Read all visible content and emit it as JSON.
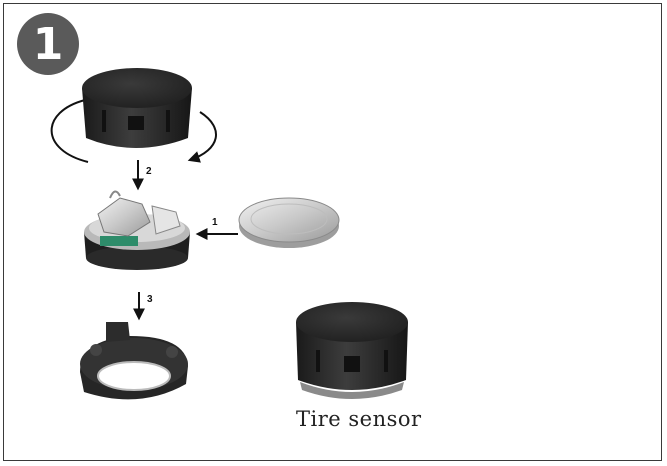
{
  "step": {
    "number": "1"
  },
  "labels": {
    "one": "1",
    "two": "2",
    "three": "3"
  },
  "caption": "Tire sensor",
  "colors": {
    "badge": "#5a5a5a",
    "frame": "#3a3a3a",
    "housing": "#2b2b2b"
  },
  "icons": {
    "rotate": "rotate-arrow-icon",
    "cap": "sensor-cap-icon",
    "board": "circuit-board-icon",
    "battery": "coin-battery-icon",
    "ring": "base-ring-icon",
    "sensor": "tire-sensor-icon"
  }
}
